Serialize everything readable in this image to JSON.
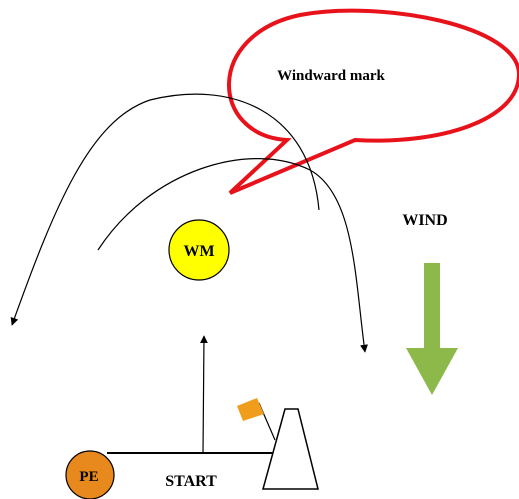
{
  "callout": {
    "text": "Windward mark",
    "outline_color": "#e8121b"
  },
  "marks": [
    {
      "id": "windward",
      "label": "WM",
      "fill": "#ffff00"
    },
    {
      "id": "pin-end",
      "label": "PE",
      "fill": "#e8891e"
    }
  ],
  "wind": {
    "label": "WIND",
    "arrow_color": "#8db94a",
    "direction": "down"
  },
  "start": {
    "label": "START"
  },
  "committee_boat": {
    "flag_color": "#f19d1c"
  }
}
